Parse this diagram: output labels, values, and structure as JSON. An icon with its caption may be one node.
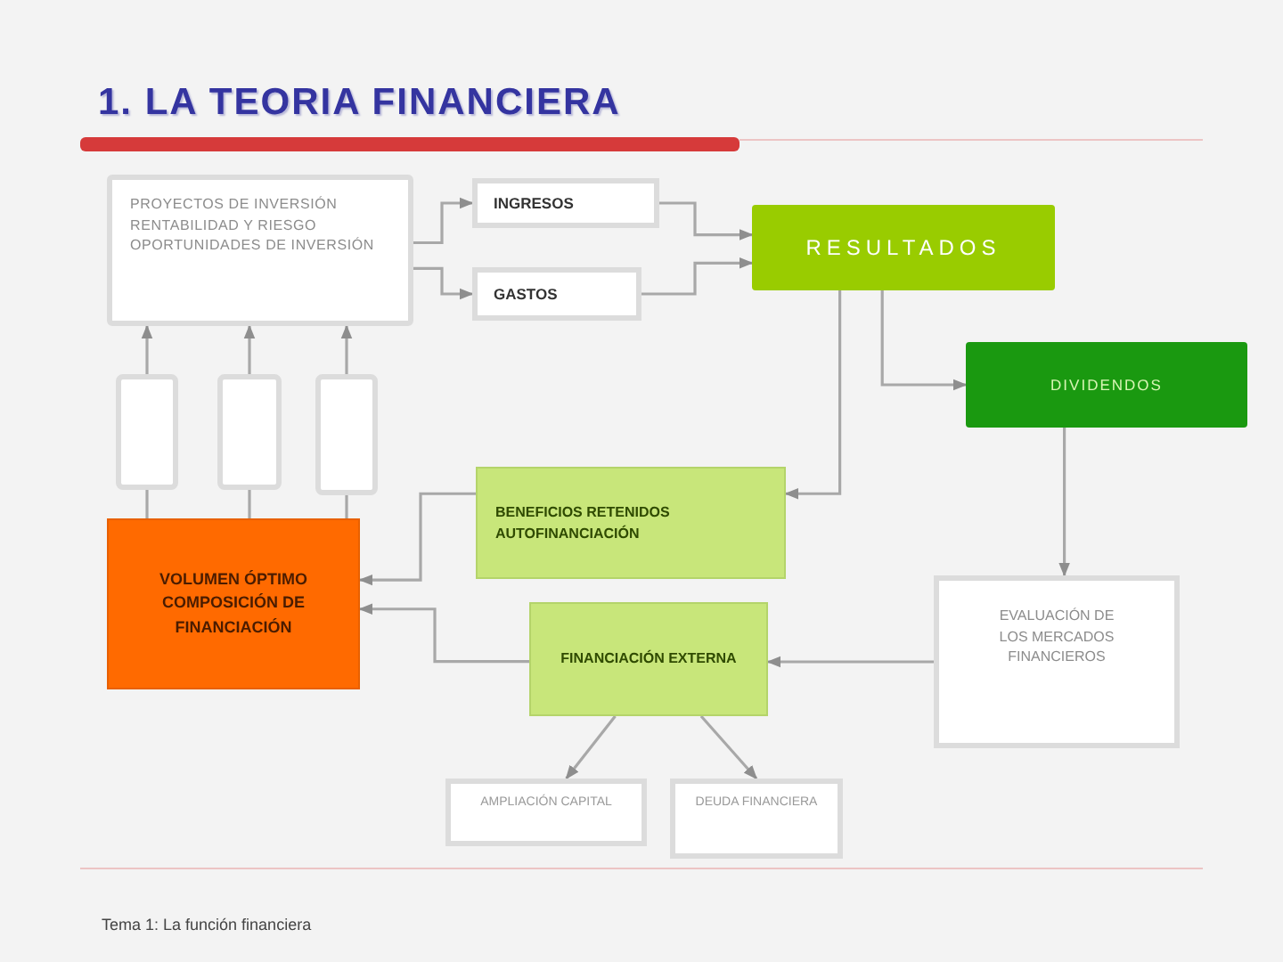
{
  "diagram": {
    "title": "1. LA TEORIA FINANCIERA",
    "nodes": [
      {
        "text": [
          "PROYECTOS DE INVERSIÓN RENTABILIDAD Y RIESGO OPORTUNIDADES DE INVERSIÓN"
        ]
      },
      {
        "text": [
          "INGRESOS"
        ]
      },
      {
        "text": [
          "GASTOS"
        ]
      },
      {
        "text": [
          "RESULTADOS"
        ]
      },
      {
        "text": [
          "DIVIDENDOS"
        ]
      },
      {
        "text": [],
        "shape": "box"
      },
      {
        "text": [],
        "shape": "box"
      },
      {
        "text": [],
        "shape": "box"
      },
      {
        "text": [
          "BENEFICIOS RETENIDOS AUTOFINANCIACIÓN"
        ]
      },
      {
        "text": [
          "VOLUMEN ÓPTIMO COMPOSICIÓN DE FINANCIACIÓN"
        ]
      },
      {
        "text": [
          "FINANCIACIÓN EXTERNA"
        ]
      },
      {
        "text": [
          "EVALUACIÓN DE LOS MERCADOS FINANCIEROS"
        ]
      },
      {
        "text": [
          "AMPLIACIÓN CAPITAL"
        ]
      },
      {
        "text": [
          "DEUDA FINANCIERA"
        ]
      }
    ],
    "edges": [
      {
        "from": 0,
        "to": 1,
        "arrow": "to"
      },
      {
        "from": 0,
        "to": 2,
        "arrow": "to"
      },
      {
        "from": 1,
        "to": 3,
        "arrow": "to"
      },
      {
        "from": 2,
        "to": 3,
        "arrow": "to"
      },
      {
        "from": 3,
        "to": 4,
        "arrow": "to"
      },
      {
        "from": 3,
        "to": 8,
        "arrow": "to"
      },
      {
        "from": 4,
        "to": 11,
        "arrow": "to"
      },
      {
        "from": 11,
        "to": 10,
        "arrow": "to"
      },
      {
        "from": 8,
        "to": 9,
        "arrow": "to"
      },
      {
        "from": 10,
        "to": 9,
        "arrow": "to"
      },
      {
        "from": 10,
        "to": 12,
        "arrow": "to"
      },
      {
        "from": 10,
        "to": 13,
        "arrow": "to"
      },
      {
        "from": 9,
        "to": 5,
        "arrow": "none"
      },
      {
        "from": 9,
        "to": 6,
        "arrow": "none"
      },
      {
        "from": 9,
        "to": 7,
        "arrow": "none"
      },
      {
        "from": 5,
        "to": 0,
        "arrow": "to"
      },
      {
        "from": 6,
        "to": 0,
        "arrow": "to"
      },
      {
        "from": 7,
        "to": 0,
        "arrow": "to"
      }
    ],
    "labels": [
      "Tema 1: La función financiera"
    ]
  }
}
